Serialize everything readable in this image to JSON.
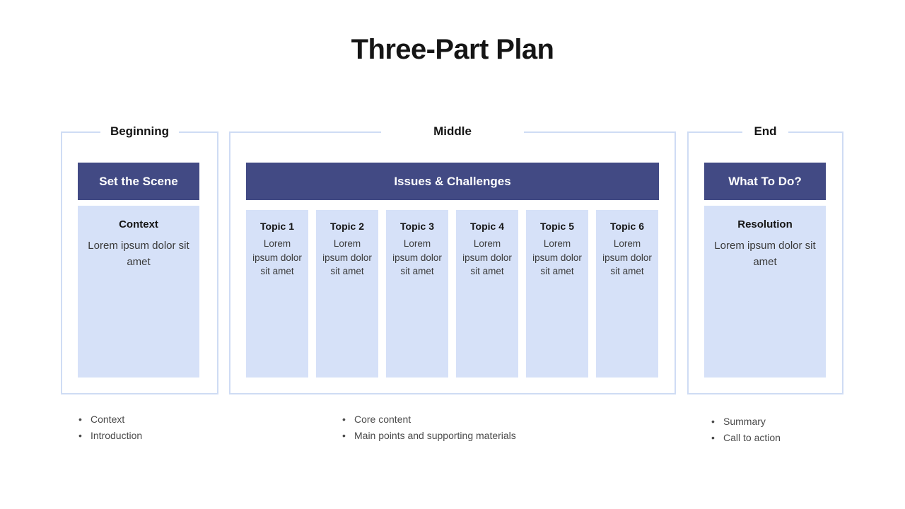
{
  "slide": {
    "title": "Three-Part Plan",
    "colors": {
      "navy": "#424a84",
      "light_blue": "#d6e1f8",
      "frame_border": "#cfdcf4",
      "title_text": "#151515",
      "body_text": "#3a3a3a"
    }
  },
  "sections": [
    {
      "label": "Beginning",
      "bar_label": "Set the Scene",
      "card": {
        "title": "Context",
        "body": "Lorem ipsum dolor sit amet"
      },
      "bullets": [
        "Context",
        "Introduction"
      ]
    },
    {
      "label": "Middle",
      "bar_label": "Issues & Challenges",
      "topics": [
        {
          "title": "Topic 1",
          "body": "Lorem ipsum dolor sit amet"
        },
        {
          "title": "Topic 2",
          "body": "Lorem ipsum dolor sit amet"
        },
        {
          "title": "Topic 3",
          "body": "Lorem ipsum dolor sit amet"
        },
        {
          "title": "Topic 4",
          "body": "Lorem ipsum dolor sit amet"
        },
        {
          "title": "Topic 5",
          "body": "Lorem ipsum dolor sit amet"
        },
        {
          "title": "Topic 6",
          "body": "Lorem ipsum dolor sit amet"
        }
      ],
      "bullets": [
        "Core content",
        "Main points and supporting materials"
      ]
    },
    {
      "label": "End",
      "bar_label": "What To Do?",
      "card": {
        "title": "Resolution",
        "body": "Lorem ipsum dolor sit amet"
      },
      "bullets": [
        "Summary",
        "Call to action"
      ]
    }
  ],
  "bullet_marker": "•"
}
